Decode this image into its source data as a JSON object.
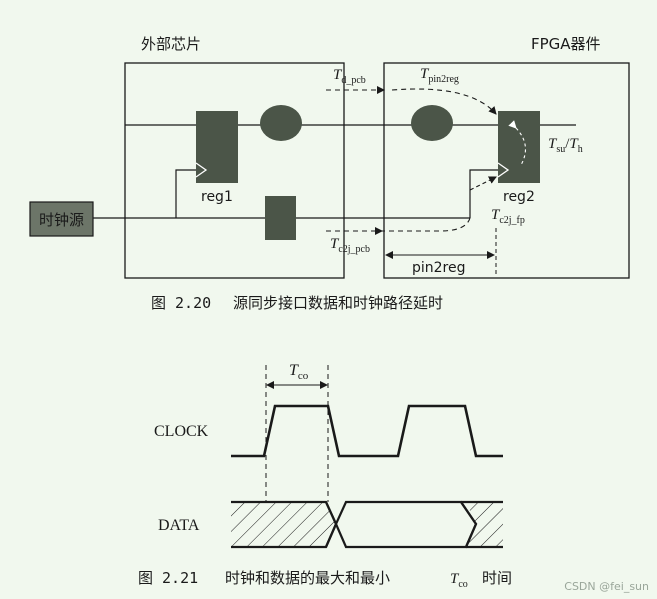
{
  "fig1": {
    "caption_number": "图 2.20",
    "caption_text": "源同步接口数据和时钟路径延时",
    "external_chip_label": "外部芯片",
    "fpga_label": "FPGA器件",
    "clock_source_label": "时钟源",
    "reg1_label": "reg1",
    "reg2_label": "reg2",
    "pin2reg_label": "pin2reg",
    "t_d_pcb": {
      "main": "T",
      "sub": "d_pcb"
    },
    "t_pin2reg": {
      "main": "T",
      "sub": "pin2reg"
    },
    "t_su": {
      "main": "T",
      "sub": "su"
    },
    "t_h": {
      "main": "T",
      "sub": "h"
    },
    "slash": "/",
    "t_c2j_fp": {
      "main": "T",
      "sub": "c2j_fp"
    },
    "t_c2j_pcb": {
      "main": "T",
      "sub": "c2j_pcb"
    }
  },
  "fig2": {
    "caption_number": "图 2.21",
    "caption_text": "时钟和数据的最大和最小",
    "caption_tail": "时间",
    "caption_symbol": {
      "main": "T",
      "sub": "co"
    },
    "clock_label": "CLOCK",
    "data_label": "DATA",
    "t_co": {
      "main": "T",
      "sub": "co"
    }
  },
  "watermark": "CSDN @fei_sun",
  "colors": {
    "background": "#f1f8ee",
    "block": "#4b5548",
    "clock_source_fill": "#6c7568",
    "line": "#1a1a1a"
  }
}
